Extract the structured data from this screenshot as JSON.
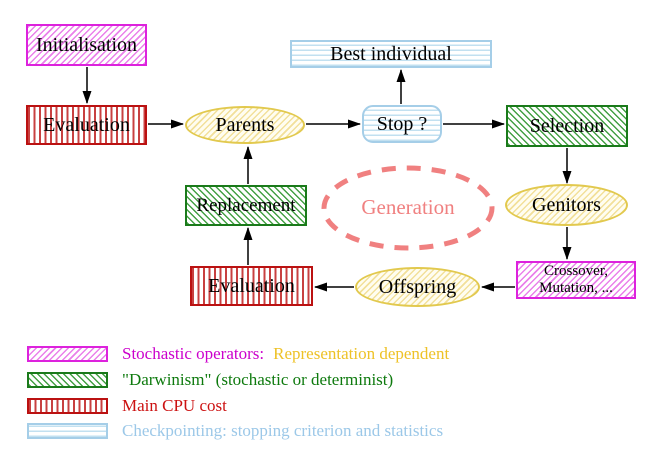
{
  "nodes": {
    "initialisation": "Initialisation",
    "evaluation_top": "Evaluation",
    "best_individual": "Best individual",
    "parents": "Parents",
    "stop": "Stop ?",
    "selection": "Selection",
    "replacement": "Replacement",
    "generation": "Generation",
    "genitors": "Genitors",
    "evaluation_bottom": "Evaluation",
    "crossover_line1": "Crossover,",
    "crossover_line2": "Mutation, ...",
    "offspring": "Offspring"
  },
  "legend": [
    {
      "swatch": "magenta-diagonal-hatch",
      "text": "Stochastic operators:",
      "text2": "Representation dependent"
    },
    {
      "swatch": "green-diagonal-hatch",
      "text": "\"Darwinism\" (stochastic or determinist)"
    },
    {
      "swatch": "red-vertical-hatch",
      "text": "Main CPU cost"
    },
    {
      "swatch": "cyan-horizontal-hatch",
      "text": "Checkpointing: stopping criterion and statistics"
    }
  ],
  "colors": {
    "magenta_border": "#dd22dd",
    "red_border": "#bb1111",
    "green_border": "#1a7a1a",
    "cyan_border": "#a5cee8",
    "yellow_border": "#e2c94e",
    "generation_coral": "#f08080",
    "legend_magenta_text": "#cc00cc",
    "legend_yellow_text": "#eec227",
    "legend_green_text": "#0e7a0e",
    "legend_red_text": "#cc1111",
    "legend_cyan_text": "#9cc8e8",
    "arrow": "#000000",
    "background": "#ffffff"
  }
}
